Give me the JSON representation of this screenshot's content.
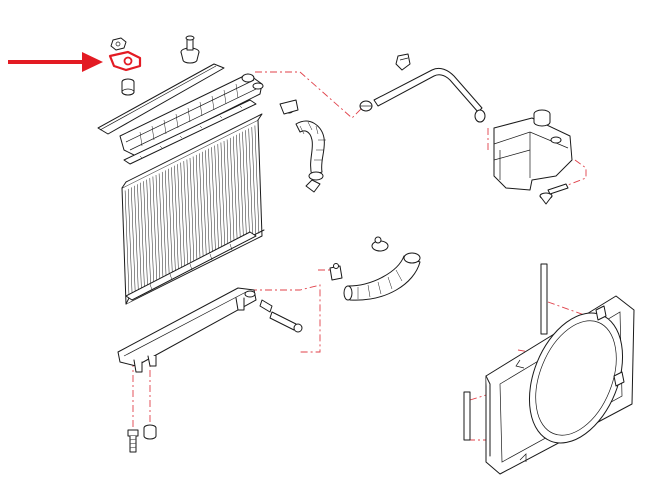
{
  "diagram": {
    "highlight_color": "#e31b23",
    "line_color": "#1a1a1a",
    "leader_color": "#e0414a",
    "parts": [
      "pointer-arrow-icon",
      "radiator-cap-bracket",
      "radiator-core",
      "upper-tank",
      "lower-tank",
      "upper-hose",
      "lower-hose",
      "overflow-hose",
      "reservoir-tank",
      "fan-shroud",
      "drain-plug"
    ]
  }
}
